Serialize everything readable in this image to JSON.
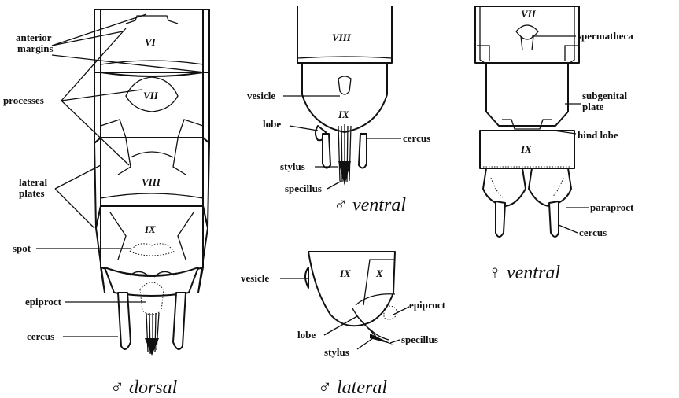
{
  "dorsal_view": {
    "caption": "♂ dorsal",
    "labels": {
      "anterior_margins_1": "anterior",
      "anterior_margins_2": "margins",
      "processes": "processes",
      "lateral_plates_1": "lateral",
      "lateral_plates_2": "plates",
      "spot": "spot",
      "epiproct": "epiproct",
      "cercus": "cercus"
    },
    "segments": [
      "VI",
      "VII",
      "VIII",
      "IX"
    ]
  },
  "male_ventral_view": {
    "caption": "♂ ventral",
    "labels": {
      "vesicle": "vesicle",
      "lobe": "lobe",
      "cercus": "cercus",
      "stylus": "stylus",
      "specillus": "specillus"
    },
    "segments": [
      "VIII",
      "IX"
    ]
  },
  "male_lateral_view": {
    "caption": "♂ lateral",
    "labels": {
      "vesicle": "vesicle",
      "epiproct": "epiproct",
      "lobe": "lobe",
      "specillus": "specillus",
      "stylus": "stylus"
    },
    "segments": [
      "IX",
      "X"
    ]
  },
  "female_ventral_view": {
    "caption": "♀ ventral",
    "labels": {
      "spermatheca": "spermatheca",
      "subgenital_plate_1": "subgenital",
      "subgenital_plate_2": "plate",
      "hind_lobe": "hind lobe",
      "paraproct": "paraproct",
      "cercus": "cercus"
    },
    "segments": [
      "VII",
      "IX"
    ]
  }
}
